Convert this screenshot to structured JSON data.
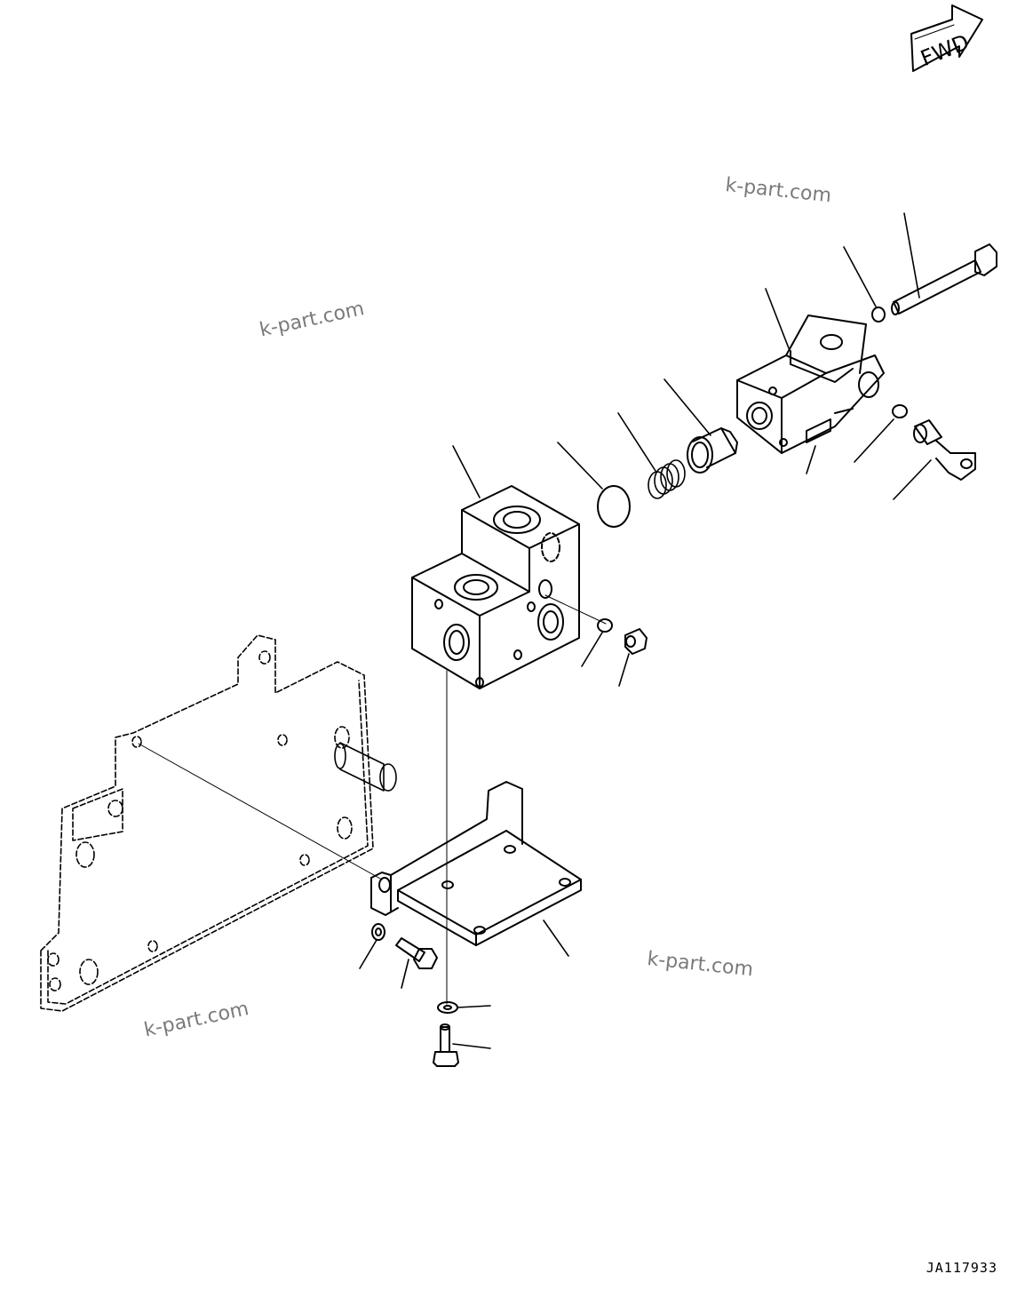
{
  "fwd_label": "FWD",
  "drawing_code": "JA117933",
  "watermarks": [
    "k-part.com",
    "k-part.com",
    "k-part.com",
    "k-part.com"
  ],
  "colors": {
    "line": "#000000",
    "watermark": "#7a7a7a",
    "background": "#ffffff"
  }
}
